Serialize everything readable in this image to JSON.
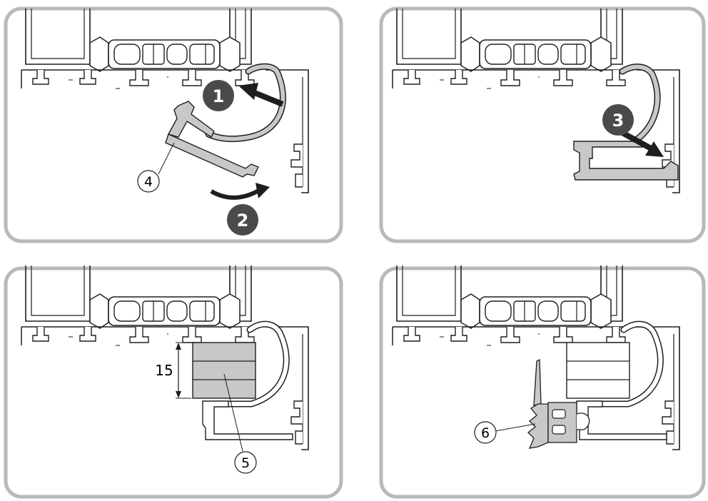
{
  "palette": {
    "panel_border": "#b9b9b9",
    "outline": "#1e1e1e",
    "profile_fill": "#ffffff",
    "gasket_fill": "#c8c8c8",
    "step_badge_fill": "#4a4a4a",
    "step_badge_text": "#ffffff",
    "arrow": "#1e1e1e"
  },
  "panels": [
    {
      "id": "panel-1",
      "step_badges": [
        "1",
        "2"
      ],
      "callout": "4"
    },
    {
      "id": "panel-2",
      "step_badges": [
        "3"
      ],
      "callout": ""
    },
    {
      "id": "panel-3",
      "dimension": "15",
      "callout": "5"
    },
    {
      "id": "panel-4",
      "callout": "6"
    }
  ]
}
